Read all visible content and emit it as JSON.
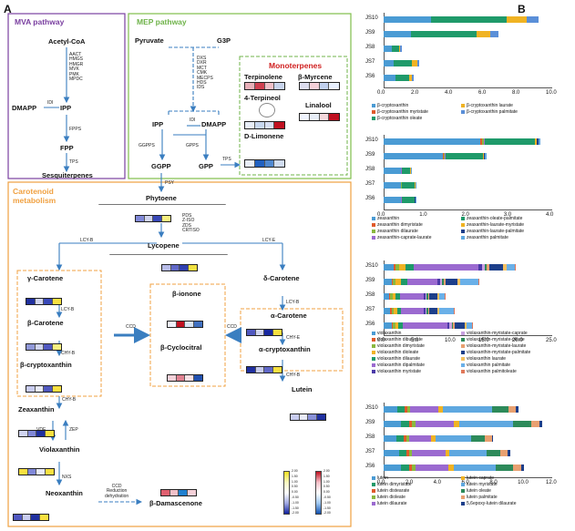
{
  "panels": {
    "a": "A",
    "b": "B"
  },
  "mva": {
    "title": "MVA pathway",
    "acetylcoa": "Acetyl-CoA",
    "enzymes": "AACT\nHMGS\nHMGR\nMVK\nPMK\nMPDC",
    "ipp": "IPP",
    "dmapp": "DMAPP",
    "idi": "IDI",
    "fpps": "FPPS",
    "fpp": "FPP",
    "tps": "TPS",
    "sesq": "Sesquiterpenes"
  },
  "mep": {
    "title": "MEP pathway",
    "pyruvate": "Pyruvate",
    "g3p": "G3P",
    "enzymes": "DXS\nDXR\nMCT\nCMK\nMECPS\nHDS\nIDS",
    "ipp": "IPP",
    "dmapp": "DMAPP",
    "idi": "IDI",
    "ggpps": "GGPPS",
    "gpps": "GPPS",
    "ggpp": "GGPP",
    "gpp": "GPP",
    "tps": "TPS",
    "psy": "PSY"
  },
  "mono": {
    "title": "Monoterpenes",
    "terpinolene": "Terpinolene",
    "myrcene": "β-Myrcene",
    "terpineol": "4-Terpineol",
    "linalool": "Linalool",
    "limonene": "D-Limonene"
  },
  "car": {
    "title1": "Carotenoid",
    "title2": "metabolism",
    "phytoene": "Phytoene",
    "enzymes": "PDS\nZ-ISO\nZDS\nCRTISO",
    "lycopene": "Lycopene",
    "lcyb": "LCY-B",
    "lcye": "LCY-E",
    "gcar": "γ-Carotene",
    "lcyb2": "LCY-B",
    "bcar": "β-Carotene",
    "chyb": "CHY-B",
    "bcryp": "β-cryptoxanthin",
    "chyb2": "CHY-B",
    "dcar": "δ-Carotene",
    "lcyb3": "LCY-B",
    "acar": "α-Carotene",
    "chye": "CHY-E",
    "acryp": "α-cryptoxanthin",
    "chyb3": "CHY-B",
    "lutein": "Lutein",
    "bion": "β-ionone",
    "bcyc": "β-Cyclocitral",
    "ccd1": "CCD",
    "ccd2": "CCD",
    "zea": "Zeaxanthin",
    "vde": "VDE",
    "zep": "ZEP",
    "vio": "Violaxanthin",
    "nxs": "NXS",
    "neo": "Neoxanthin",
    "ccdr": "CCD\nReduction\ndehydration",
    "bdam": "β-Damascenone"
  },
  "scale": {
    "left": [
      "2.00",
      "1.50",
      "1.00",
      "0.50",
      "0.00",
      "-0.50",
      "-1.00",
      "-1.50",
      "-2.00"
    ],
    "right": [
      "2.00",
      "1.50",
      "1.00",
      "0.50",
      "0.00",
      "-0.50",
      "-1.00",
      "-1.50",
      "-2.00"
    ]
  },
  "chart_data": [
    {
      "type": "bar",
      "orientation": "horizontal",
      "stacked": true,
      "categories": [
        "JS10",
        "JS9",
        "JS8",
        "JS7",
        "JS6"
      ],
      "xlim": [
        0,
        10
      ],
      "ticks": [
        "0.0",
        "2.0",
        "4.0",
        "6.0",
        "8.0",
        "10.0"
      ],
      "series": [
        {
          "name": "β-cryptoxanthin",
          "color": "#4a9bd4",
          "values": [
            2.8,
            1.6,
            0.5,
            0.6,
            0.7
          ]
        },
        {
          "name": "β-cryptoxanthin myristate",
          "color": "#e05a2b",
          "values": [
            0.0,
            0.0,
            0.0,
            0.0,
            0.0
          ]
        },
        {
          "name": "β-cryptoxanthin oleate",
          "color": "#1f9a6a",
          "values": [
            4.5,
            3.9,
            0.4,
            1.1,
            0.8
          ]
        },
        {
          "name": "β-cryptoxanthin laurate",
          "color": "#f0b323",
          "values": [
            1.2,
            0.8,
            0.1,
            0.3,
            0.2
          ]
        },
        {
          "name": "β-cryptoxanthin palmitate",
          "color": "#5a8fd8",
          "values": [
            0.7,
            0.5,
            0.1,
            0.1,
            0.1
          ]
        }
      ]
    },
    {
      "type": "bar",
      "orientation": "horizontal",
      "stacked": true,
      "categories": [
        "JS10",
        "JS9",
        "JS8",
        "JS7",
        "JS6"
      ],
      "xlim": [
        0,
        4
      ],
      "ticks": [
        "0.0",
        "1.0",
        "2.0",
        "3.0",
        "4.0"
      ],
      "series": [
        {
          "name": "zeaxanthin",
          "color": "#4a9bd4",
          "values": [
            2.3,
            1.4,
            0.4,
            0.4,
            0.4
          ]
        },
        {
          "name": "zeaxanthin dimyristate",
          "color": "#e05a2b",
          "values": [
            0.03,
            0.02,
            0.01,
            0.01,
            0.01
          ]
        },
        {
          "name": "zeaxanthin dilaurate",
          "color": "#8ab840",
          "values": [
            0.05,
            0.03,
            0.01,
            0.02,
            0.01
          ]
        },
        {
          "name": "zeaxanthin-caprate-laurate",
          "color": "#9b6ad0",
          "values": [
            0.02,
            0.01,
            0.01,
            0.01,
            0.01
          ]
        },
        {
          "name": "zeaxanthin-oleate-palmitate",
          "color": "#1f9a6a",
          "values": [
            1.2,
            0.9,
            0.2,
            0.3,
            0.3
          ]
        },
        {
          "name": "zeaxanthin-laurate-myristate",
          "color": "#f0b323",
          "values": [
            0.03,
            0.02,
            0.01,
            0.01,
            0.01
          ]
        },
        {
          "name": "zeaxanthin-laurate-palmitate",
          "color": "#1d3f8a",
          "values": [
            0.04,
            0.03,
            0.01,
            0.01,
            0.01
          ]
        },
        {
          "name": "zeaxanthin palmitate",
          "color": "#5fa8e0",
          "values": [
            0.04,
            0.03,
            0.01,
            0.01,
            0.01
          ]
        }
      ]
    },
    {
      "type": "bar",
      "orientation": "horizontal",
      "stacked": true,
      "categories": [
        "JS10",
        "JS9",
        "JS8",
        "JS7",
        "JS6"
      ],
      "xlim": [
        0,
        25
      ],
      "ticks": [
        "0.0",
        "5.0",
        "10.0",
        "15.0",
        "20.0",
        "25.0"
      ],
      "series": [
        {
          "name": "violaxanthin",
          "color": "#4a9bd4",
          "values": [
            1.5,
            1.2,
            0.8,
            1.0,
            1.2
          ]
        },
        {
          "name": "violaxanthin dibutyrate",
          "color": "#e05a2b",
          "values": [
            0.3,
            0.2,
            0.2,
            0.2,
            0.2
          ]
        },
        {
          "name": "violaxanthin dimyristate",
          "color": "#8ab840",
          "values": [
            0.5,
            0.4,
            0.3,
            0.3,
            0.3
          ]
        },
        {
          "name": "violaxanthin dioleate",
          "color": "#f0b323",
          "values": [
            1.0,
            0.8,
            0.5,
            0.5,
            0.5
          ]
        },
        {
          "name": "violaxanthin dilaurate",
          "color": "#1f9a6a",
          "values": [
            1.2,
            0.9,
            0.6,
            0.6,
            0.7
          ]
        },
        {
          "name": "violaxanthin dipalmitate",
          "color": "#9b6ad0",
          "values": [
            9.5,
            4.5,
            3.5,
            3.3,
            6.5
          ]
        },
        {
          "name": "violaxanthin myristate",
          "color": "#4b3aa8",
          "values": [
            0.6,
            0.4,
            0.3,
            0.3,
            0.4
          ]
        },
        {
          "name": "violaxanthin-myristate-caprate",
          "color": "#c8a0e0",
          "values": [
            0.4,
            0.3,
            0.2,
            0.2,
            0.3
          ]
        },
        {
          "name": "violaxanthin-myristate-oleate",
          "color": "#2d8a5a",
          "values": [
            0.3,
            0.2,
            0.2,
            0.2,
            0.2
          ]
        },
        {
          "name": "violaxanthin-myristate-laurate",
          "color": "#e8a070",
          "values": [
            0.4,
            0.3,
            0.2,
            0.2,
            0.3
          ]
        },
        {
          "name": "violaxanthin-myristate-palmitate",
          "color": "#1d3f8a",
          "values": [
            2.0,
            1.8,
            1.2,
            1.2,
            1.4
          ]
        },
        {
          "name": "violaxanthin laurate",
          "color": "#f4c060",
          "values": [
            0.5,
            0.4,
            0.3,
            0.3,
            0.3
          ]
        },
        {
          "name": "violaxanthin palmitate",
          "color": "#6ab0e8",
          "values": [
            1.3,
            2.6,
            0.7,
            2.1,
            0.8
          ]
        },
        {
          "name": "violaxanthin palmitoleate",
          "color": "#e0785a",
          "values": [
            0.1,
            0.1,
            0.1,
            0.1,
            0.1
          ]
        }
      ]
    },
    {
      "type": "bar",
      "orientation": "horizontal",
      "stacked": true,
      "categories": [
        "JS10",
        "JS9",
        "JS8",
        "JS7",
        "JS6"
      ],
      "xlim": [
        0,
        12
      ],
      "ticks": [
        "0.0",
        "2.0",
        "4.0",
        "6.0",
        "8.0",
        "10.0",
        "12.0"
      ],
      "series": [
        {
          "name": "lutein",
          "color": "#4a9bd4",
          "values": [
            1.0,
            1.2,
            0.9,
            1.1,
            1.2
          ]
        },
        {
          "name": "lutein dimyristate",
          "color": "#1f9a6a",
          "values": [
            0.5,
            0.6,
            0.5,
            0.5,
            0.6
          ]
        },
        {
          "name": "lutein distearate",
          "color": "#e05a2b",
          "values": [
            0.2,
            0.2,
            0.2,
            0.2,
            0.2
          ]
        },
        {
          "name": "lutein dioleate",
          "color": "#8ab840",
          "values": [
            0.2,
            0.3,
            0.2,
            0.2,
            0.3
          ]
        },
        {
          "name": "lutein dilaurate",
          "color": "#9b6ad0",
          "values": [
            2.0,
            2.7,
            1.6,
            2.4,
            2.3
          ]
        },
        {
          "name": "lutein caprate",
          "color": "#f0b323",
          "values": [
            0.3,
            0.4,
            0.3,
            0.3,
            0.4
          ]
        },
        {
          "name": "lutein myristate",
          "color": "#5fa8e0",
          "values": [
            3.5,
            3.8,
            2.5,
            2.6,
            3.0
          ]
        },
        {
          "name": "lutein oleate",
          "color": "#2d8a5a",
          "values": [
            1.2,
            1.3,
            1.0,
            1.0,
            1.2
          ]
        },
        {
          "name": "lutein palmitate",
          "color": "#e8a070",
          "values": [
            0.5,
            0.6,
            0.5,
            0.5,
            0.6
          ]
        },
        {
          "name": "5,6epoxy-lutein dilaurate",
          "color": "#1d3f8a",
          "values": [
            0.2,
            0.2,
            0.1,
            0.2,
            0.2
          ]
        }
      ]
    }
  ]
}
